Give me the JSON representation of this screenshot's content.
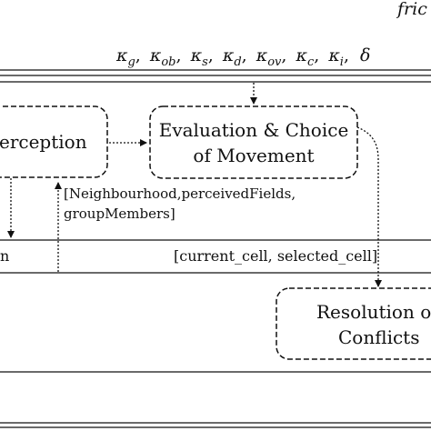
{
  "top_label": "fric",
  "parameters": {
    "kappa": "κ",
    "g": "g",
    "ob": "ob",
    "s": "s",
    "d": "d",
    "ov": "ov",
    "c": "c",
    "i": "i",
    "delta": "δ",
    "separator": ","
  },
  "boxes": {
    "perception": {
      "label": "erception"
    },
    "evaluation": {
      "line1": "Evaluation & Choice",
      "line2": "of Movement"
    },
    "resolution": {
      "line1": "Resolution o",
      "line2": "Conflicts"
    }
  },
  "annotations": {
    "perception_output_line1": "[Neighbourhood,perceivedFields,",
    "perception_output_line2": "groupMembers]",
    "evaluation_output": "[current_cell,  selected_cell]",
    "left_band_fragment": "n"
  }
}
